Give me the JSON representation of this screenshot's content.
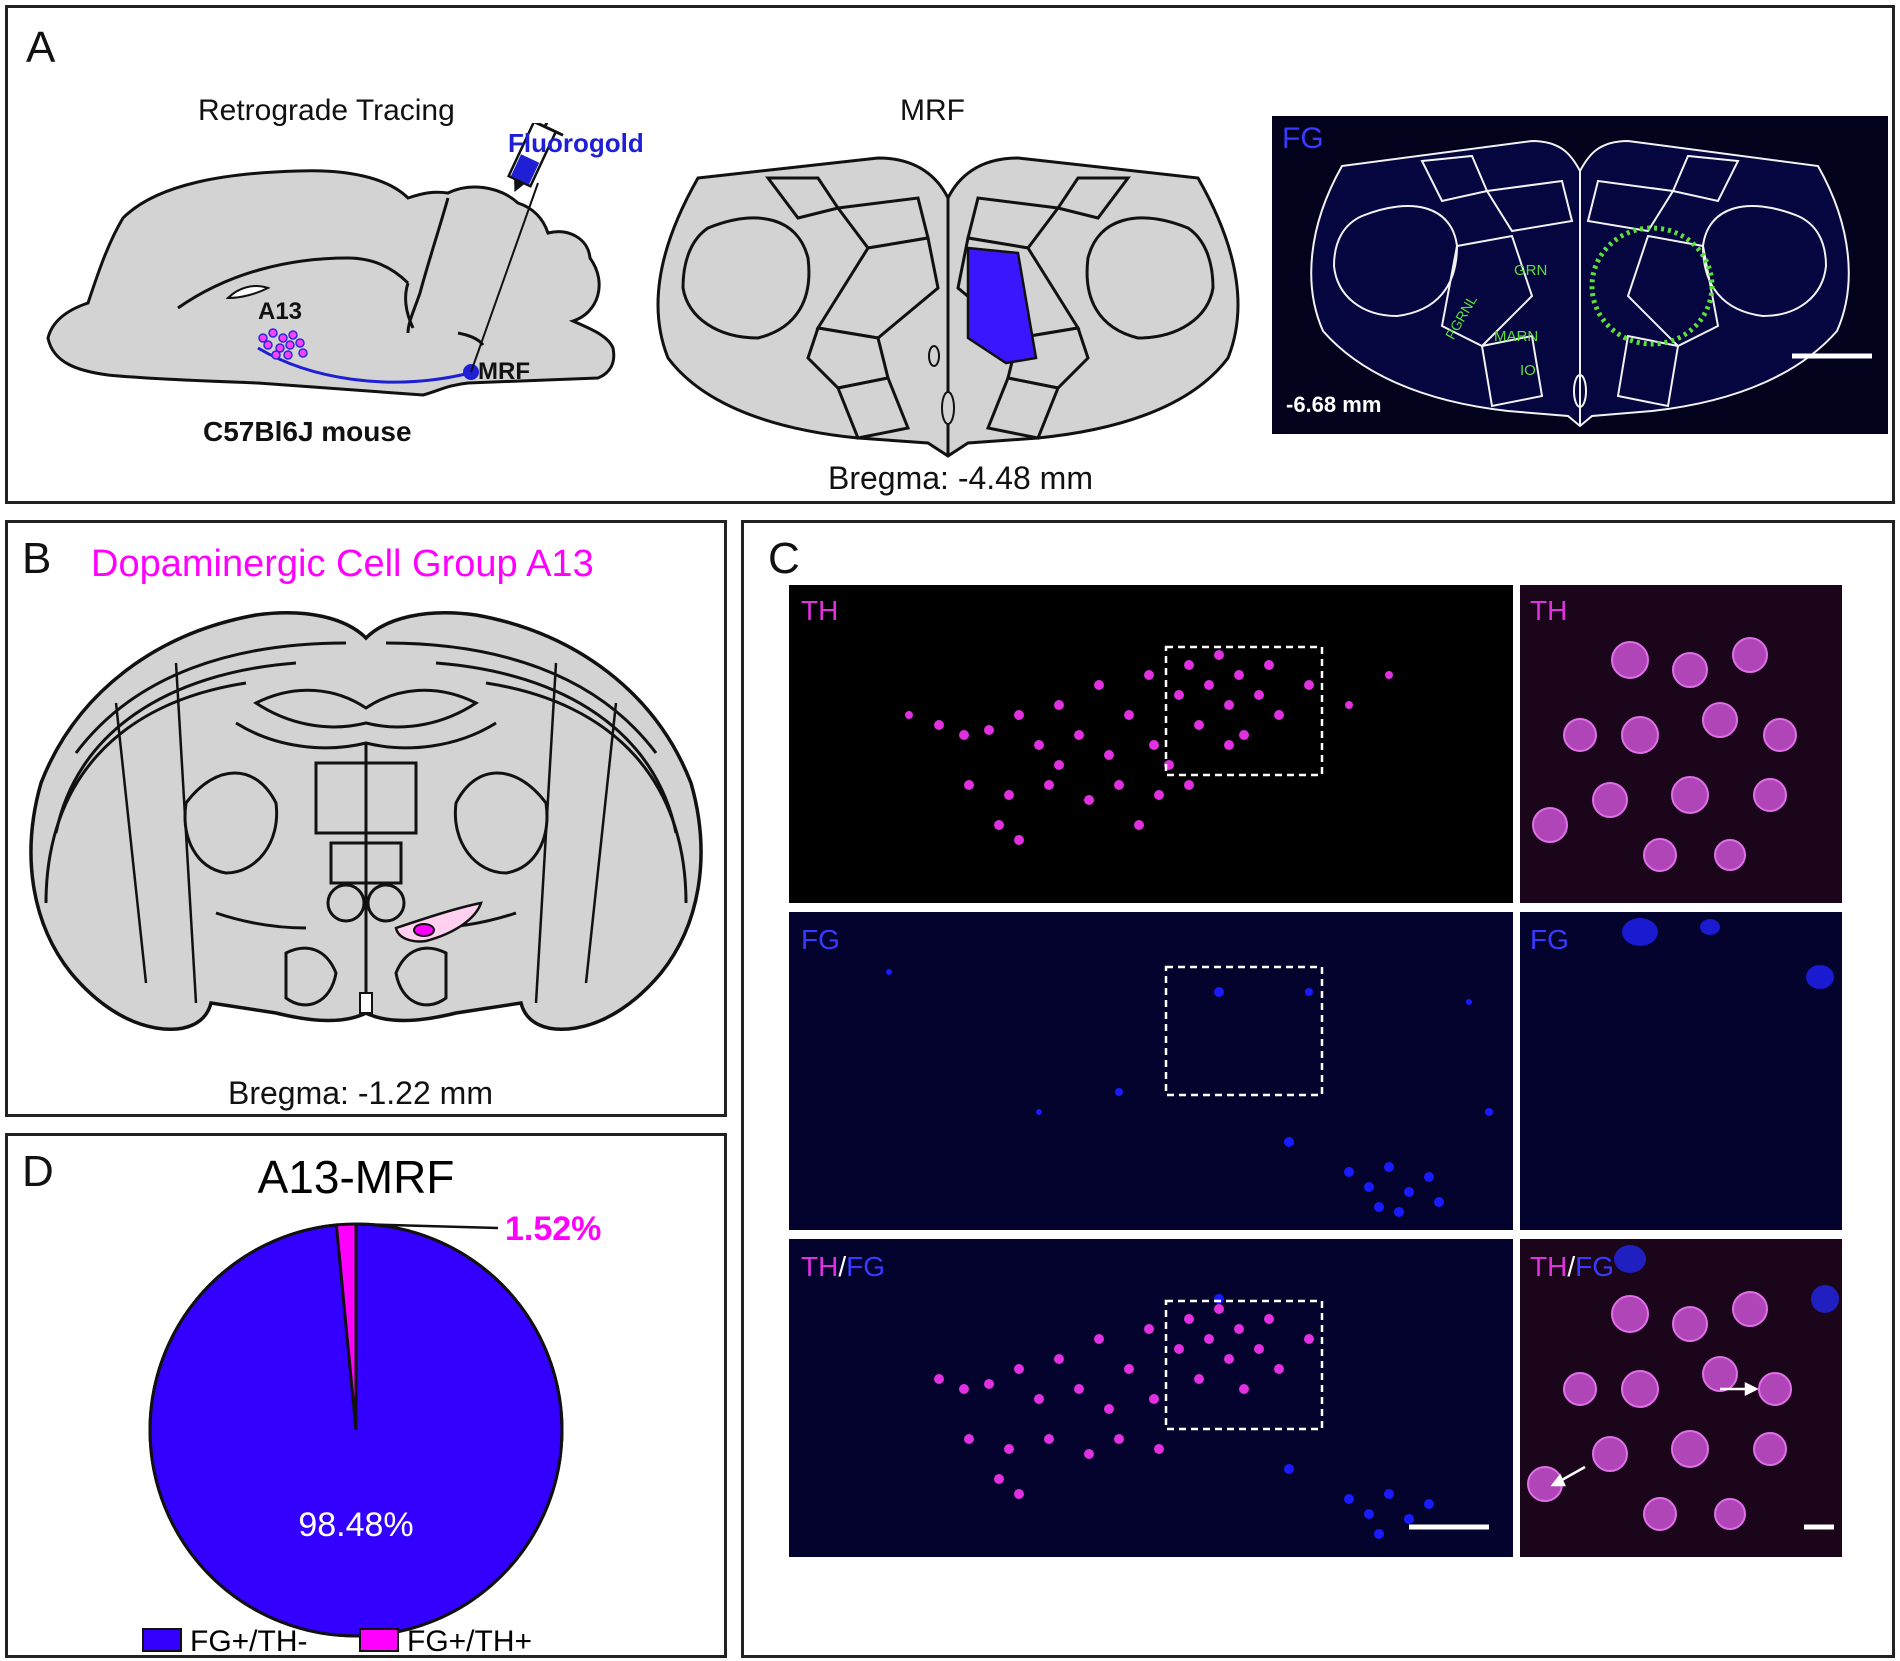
{
  "panel_a": {
    "label": "A",
    "sagittal_title": "Retrograde Tracing",
    "tracer_label": "Fluorogold",
    "cell_group_label": "A13",
    "target_label": "MRF",
    "mouse_label": "C57Bl6J mouse",
    "section_title": "MRF",
    "bregma": "Bregma: -4.48 mm",
    "micro_channel": "FG",
    "micro_depth": "-6.68 mm",
    "regions": [
      "GRN",
      "PGRNL",
      "MARN",
      "IO"
    ],
    "colors": {
      "fluorogold": "#1f1fd6",
      "region_fill": "#3a16ff",
      "region_outline": "#5be03a"
    }
  },
  "panel_b": {
    "label": "B",
    "title": "Dopaminergic Cell Group A13",
    "bregma": "Bregma: -1.22 mm",
    "colors": {
      "title": "#ff00ff",
      "highlight": "#ffd0f0"
    }
  },
  "panel_c": {
    "label": "C",
    "rows": [
      {
        "left_label": "TH",
        "right_label": "TH"
      },
      {
        "left_label": "FG",
        "right_label": "FG"
      },
      {
        "left_label_a": "TH",
        "left_sep": "/",
        "left_label_b": "FG",
        "right_label_a": "TH",
        "right_sep": "/",
        "right_label_b": "FG"
      }
    ],
    "colors": {
      "th": "#e030e0",
      "fg": "#3a3aff"
    }
  },
  "panel_d": {
    "label": "D",
    "chart_data": {
      "type": "pie",
      "title": "A13-MRF",
      "categories": [
        "FG+/TH-",
        "FG+/TH+"
      ],
      "values": [
        98.48,
        1.52
      ],
      "value_labels": [
        "98.48%",
        "1.52%"
      ],
      "colors": [
        "#3300ff",
        "#ff00ff"
      ],
      "legend": "bottom"
    }
  }
}
